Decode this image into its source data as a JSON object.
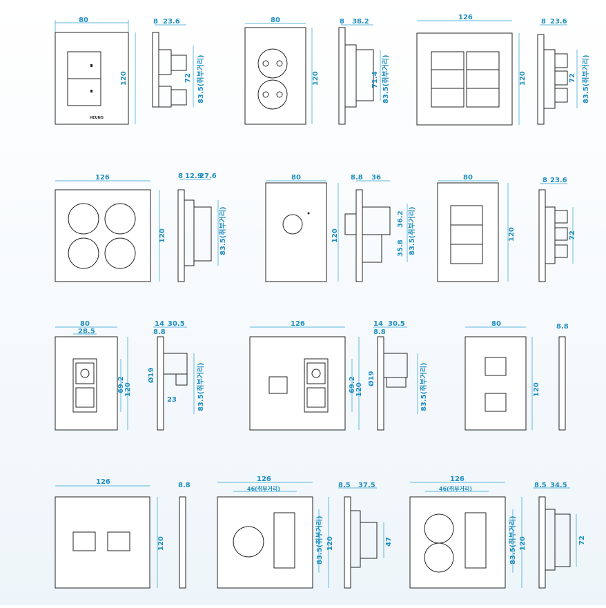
{
  "r1": {
    "a_w": "80",
    "a_h": "120",
    "a_s1": "8",
    "a_s2": "23.6",
    "a_s3": "72",
    "a_s4": "83.5(취부거리)",
    "b_w": "80",
    "b_h": "120",
    "b_s1": "8",
    "b_s2": "38.2",
    "b_s3": "71.4",
    "b_s4": "83.5(취부거리)",
    "c_w": "126",
    "c_h": "120",
    "c_s1": "8",
    "c_s2": "23.6",
    "c_s3": "72",
    "c_s4": "83.5(취부거리)"
  },
  "r2": {
    "a_w": "126",
    "a_h": "120",
    "a_s1": "8",
    "a_s2": "12.9",
    "a_s3": "27.6",
    "a_s4": "83.5(취부거리)",
    "b_w": "80",
    "b_h": "120",
    "b_s1": "8.8",
    "b_s2": "36",
    "b_s3": "36.2",
    "b_s4": "35.8",
    "b_s5": "83.5(취부거리)",
    "c_w": "80",
    "c_h": "120",
    "c_s1": "8",
    "c_s2": "23.6",
    "c_s3": "72"
  },
  "r3": {
    "a_w": "80",
    "a_w2": "28.5",
    "a_h": "120",
    "a_h2": "69.2",
    "a_s1": "14",
    "a_s2": "30.5",
    "a_s3": "8.8",
    "a_s4": "Ø19",
    "a_s5": "23",
    "a_s6": "83.5(취부거리)",
    "b_w": "126",
    "b_h": "120",
    "b_h2": "69.2",
    "b_s1": "14",
    "b_s2": "30.5",
    "b_s3": "8.8",
    "b_s4": "Ø19",
    "b_s5": "83.5(취부거리)",
    "c_w": "80",
    "c_h": "120",
    "c_s1": "8.8"
  },
  "r4": {
    "a_w": "126",
    "a_h": "120",
    "a_s1": "8.8",
    "b_w": "126",
    "b_w2": "46(취부거리)",
    "b_h1": "83.5(취부거리)",
    "b_h2": "120",
    "b_s1": "8.5",
    "b_s2": "37.5",
    "b_s3": "47",
    "c_w": "126",
    "c_w2": "46(취부거리)",
    "c_h1": "83.5(취부거리)",
    "c_h2": "120",
    "c_s1": "8.5",
    "c_s2": "34.5",
    "c_s3": "72"
  },
  "brand": "HEUNG"
}
